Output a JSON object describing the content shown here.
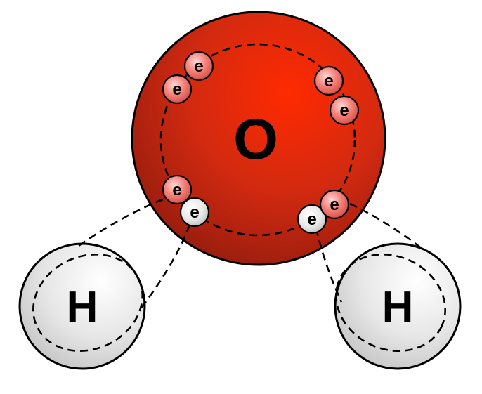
{
  "atoms": {
    "oxygen": {
      "symbol": "O",
      "color": "#D42A0F"
    },
    "hydrogen_left": {
      "symbol": "H",
      "color": "#E4E4E4"
    },
    "hydrogen_right": {
      "symbol": "H",
      "color": "#E4E4E4"
    }
  },
  "electron_symbol": "e",
  "electron_colors": {
    "oxygen": "#F07A72",
    "hydrogen": "#E8E8E8"
  },
  "electron_count": {
    "oxygen": 6,
    "hydrogen": 2
  }
}
